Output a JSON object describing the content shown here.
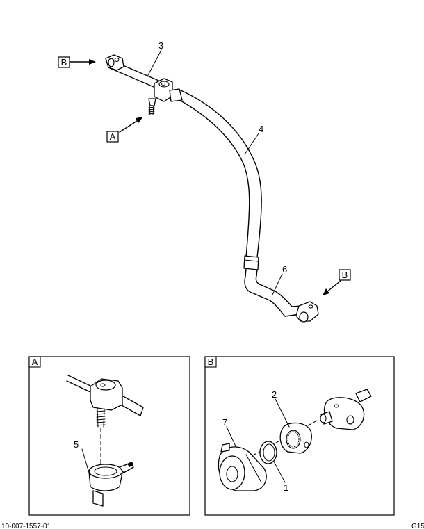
{
  "callouts": {
    "b_top": "B",
    "a_mid": "A",
    "b_right": "B",
    "n3": "3",
    "n4": "4",
    "n6": "6"
  },
  "detail_a": {
    "label": "A",
    "n5": "5"
  },
  "detail_b": {
    "label": "B",
    "n2": "2",
    "n7": "7",
    "n1": "1"
  },
  "footer": {
    "left_code": "10-007-1557-01",
    "right_code": "G15"
  }
}
